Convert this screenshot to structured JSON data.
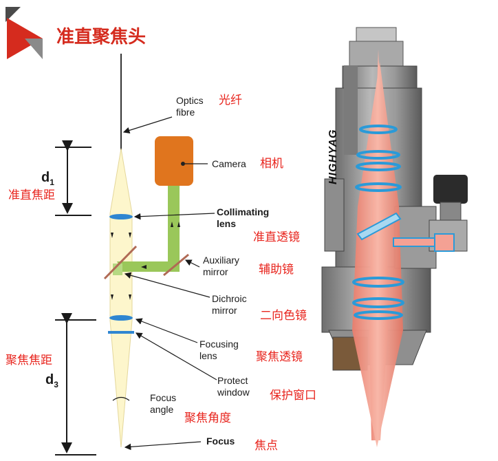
{
  "title": "准直聚焦头",
  "brand_text": "HIGHYAG",
  "colors": {
    "accent_red": "#d52b1e",
    "label_red": "#e8251e",
    "beam": "#fdf6cc",
    "camera": "#e0751e",
    "camera_path": "#9ac75a",
    "lens": "#2f86d1",
    "render_beam": "#f4a194"
  },
  "labels": {
    "fiber_en_1": "Optics",
    "fiber_en_2": "fibre",
    "fiber_cn": "光纤",
    "camera_en": "Camera",
    "camera_cn": "相机",
    "d1": "d",
    "d1_sub": "1",
    "d1_cn": "准直焦距",
    "collimating_en_1": "Collimating",
    "collimating_en_2": "lens",
    "collimating_cn": "准直透镜",
    "aux_en_1": "Auxiliary",
    "aux_en_2": "mirror",
    "aux_cn": "辅助镜",
    "dichroic_en_1": "Dichroic",
    "dichroic_en_2": "mirror",
    "dichroic_cn": "二向色镜",
    "d3": "d",
    "d3_sub": "3",
    "d3_cn": "聚焦焦距",
    "focusing_en_1": "Focusing",
    "focusing_en_2": "lens",
    "focusing_cn": "聚焦透镜",
    "protect_en_1": "Protect",
    "protect_en_2": "window",
    "protect_cn": "保护窗口",
    "angle_en_1": "Focus",
    "angle_en_2": "angle",
    "angle_cn": "聚焦角度",
    "focus_en": "Focus",
    "focus_cn": "焦点"
  }
}
